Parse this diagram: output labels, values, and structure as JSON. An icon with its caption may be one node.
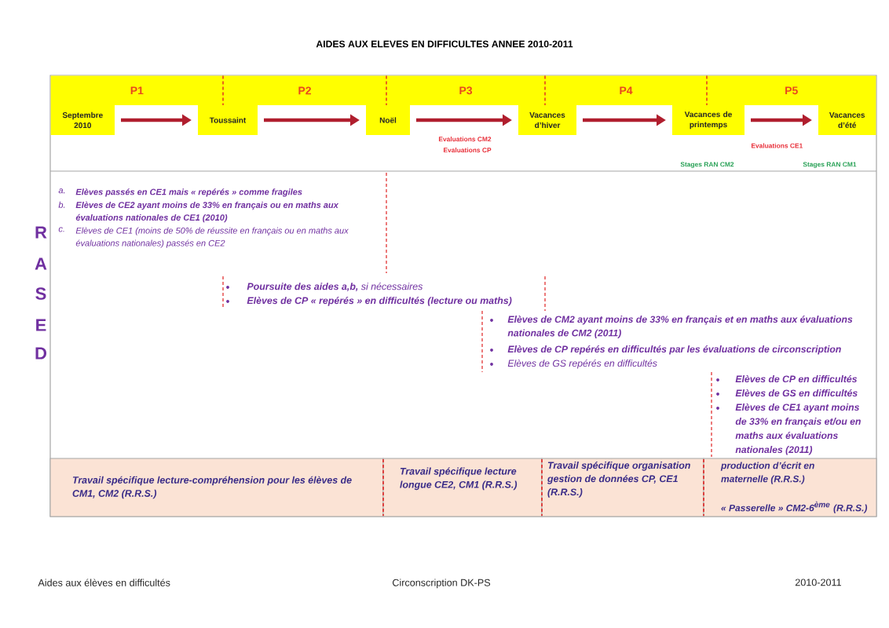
{
  "diagram": {
    "title": "AIDES AUX ELEVES EN DIFFICULTES ANNEE 2010-2011",
    "nodes": [
      {
        "text": [
          "P1"
        ]
      },
      {
        "text": [
          "P2"
        ]
      },
      {
        "text": [
          "P3"
        ]
      },
      {
        "text": [
          "P4"
        ]
      },
      {
        "text": [
          "P5"
        ]
      },
      {
        "text": [
          "Septembre 2010"
        ]
      },
      {
        "text": [
          "Toussaint"
        ]
      },
      {
        "text": [
          "Noël"
        ]
      },
      {
        "text": [
          "Vacances d’hiver"
        ]
      },
      {
        "text": [
          "Vacances de printemps"
        ]
      },
      {
        "text": [
          "Vacances d’été"
        ]
      },
      {
        "text": [
          "Travail spécifique lecture-compréhension pour les élèves de CM1, CM2 (R.R.S.)"
        ]
      },
      {
        "text": [
          "Travail spécifique lecture longue CE2, CM1 (R.R.S.)"
        ]
      },
      {
        "text": [
          "Travail spécifique organisation gestion de données CP, CE1 (R.R.S.)"
        ]
      },
      {
        "text": [
          "production d’écrit en maternelle (R.R.S.)",
          "« Passerelle » CM2-6$^{ème}$ (R.R.S.)"
        ]
      }
    ],
    "edges": [
      {
        "from": 5,
        "to": 6,
        "arrow": "to"
      },
      {
        "from": 6,
        "to": 7,
        "arrow": "to"
      },
      {
        "from": 7,
        "to": 8,
        "arrow": "to"
      },
      {
        "from": 8,
        "to": 9,
        "arrow": "to"
      },
      {
        "from": 9,
        "to": 10,
        "arrow": "to"
      }
    ],
    "labels": [
      "Evaluations CM2",
      "Evaluations CP",
      "Evaluations CE1",
      "Stages RAN CM2",
      "Stages RAN CM1",
      "R",
      "A",
      "S",
      "E",
      "D",
      "a.",
      "Elèves passés en CE1 mais « repérés » comme fragiles",
      "b.",
      "Elèves de CE2 ayant moins de 33% en français ou en maths aux évaluations nationales de CE1 (2010)",
      "c.",
      "Elèves de CE1 (moins de 50% de réussite en français ou en maths aux évaluations nationales) passés en CE2",
      "**Poursuite des aides a,b,** si nécessaires",
      "Elèves de CP « repérés » en difficultés (lecture ou maths)",
      "Elèves de CM2 ayant moins de 33% en français et en maths aux évaluations nationales de CM2 (2011)",
      "Elèves de CP repérés en difficultés par les évaluations de circonscription",
      "Elèves de GS repérés en difficultés",
      "Elèves de CP en difficultés",
      "Elèves de GS en difficultés",
      "Elèves de CE1 ayant moins de 33% en français et/ou en maths aux évaluations nationales (2011)",
      "Aides aux élèves en difficultés",
      "Circonscription DK-PS",
      "2010-2011"
    ]
  }
}
